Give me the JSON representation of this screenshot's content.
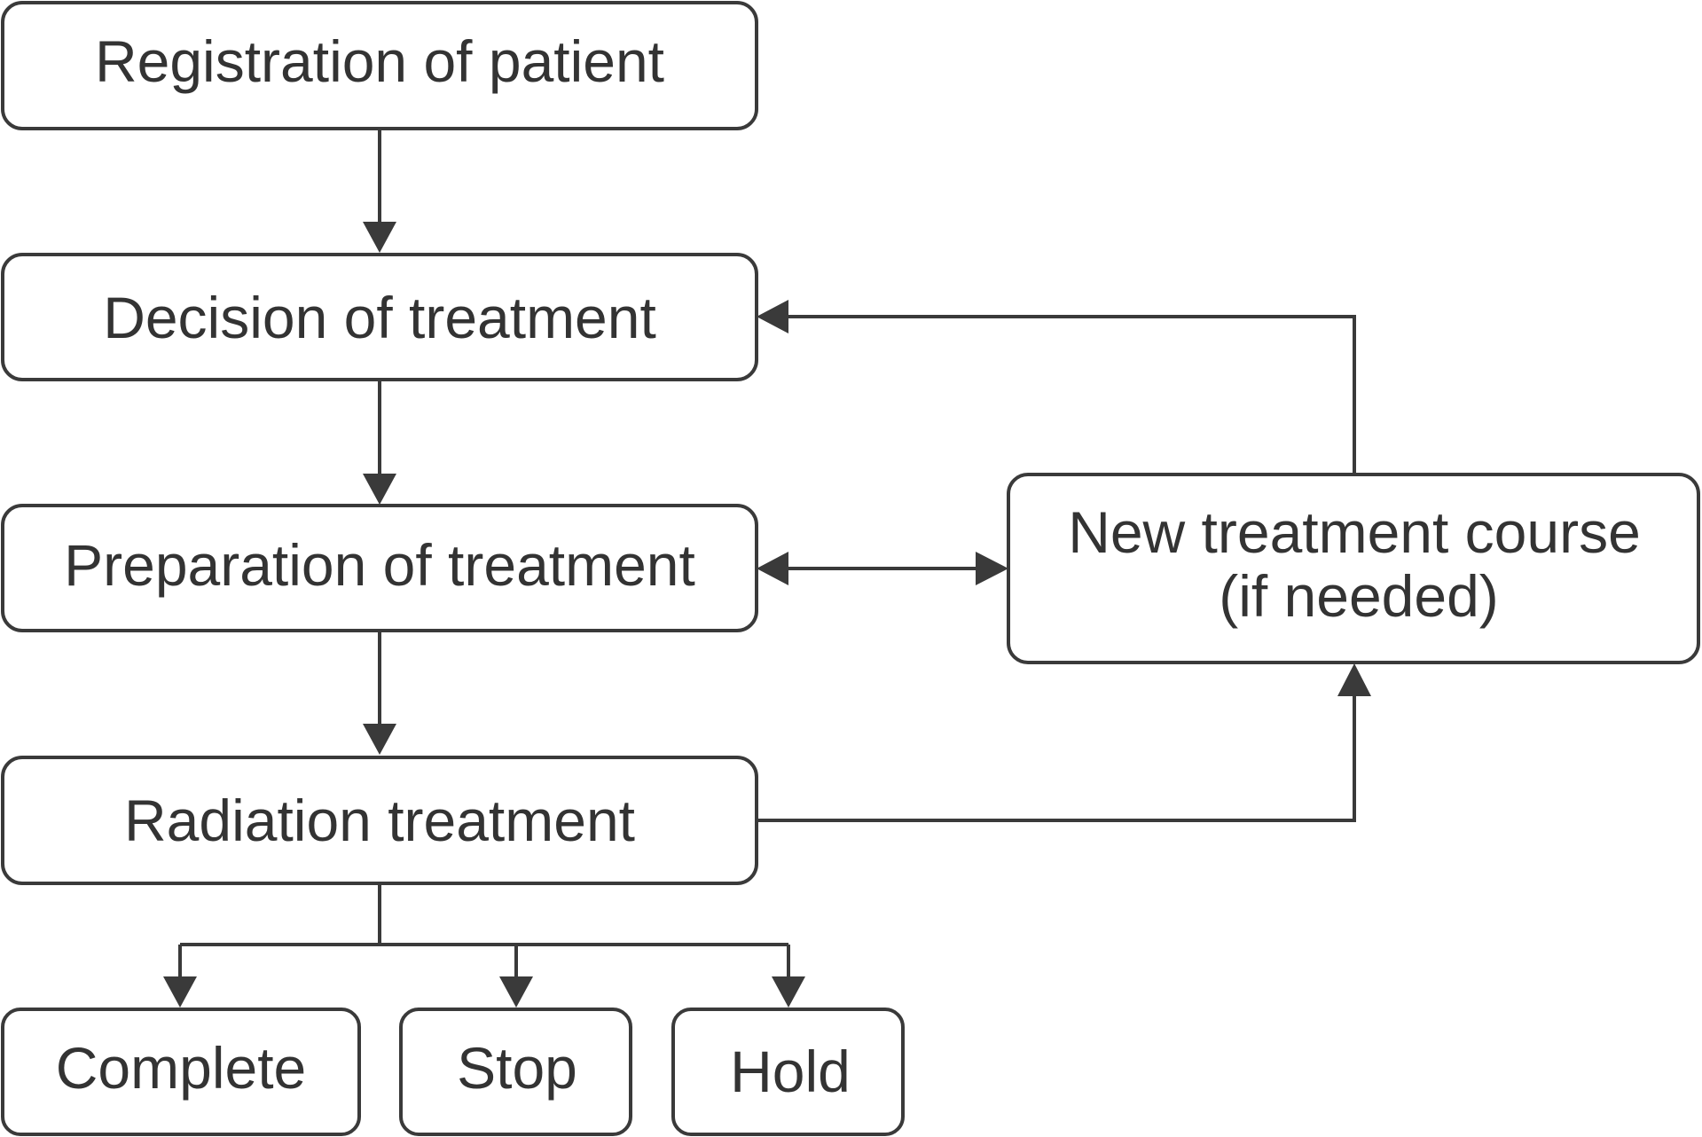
{
  "nodes": {
    "registration": "Registration of patient",
    "decision": "Decision of treatment",
    "preparation": "Preparation of treatment",
    "radiation": "Radiation treatment",
    "new_course_line1": "New treatment course",
    "new_course_line2": "(if needed)",
    "complete": "Complete",
    "stop": "Stop",
    "hold": "Hold"
  },
  "colors": {
    "stroke": "#3a3a3a",
    "text": "#333333",
    "background": "#ffffff"
  }
}
